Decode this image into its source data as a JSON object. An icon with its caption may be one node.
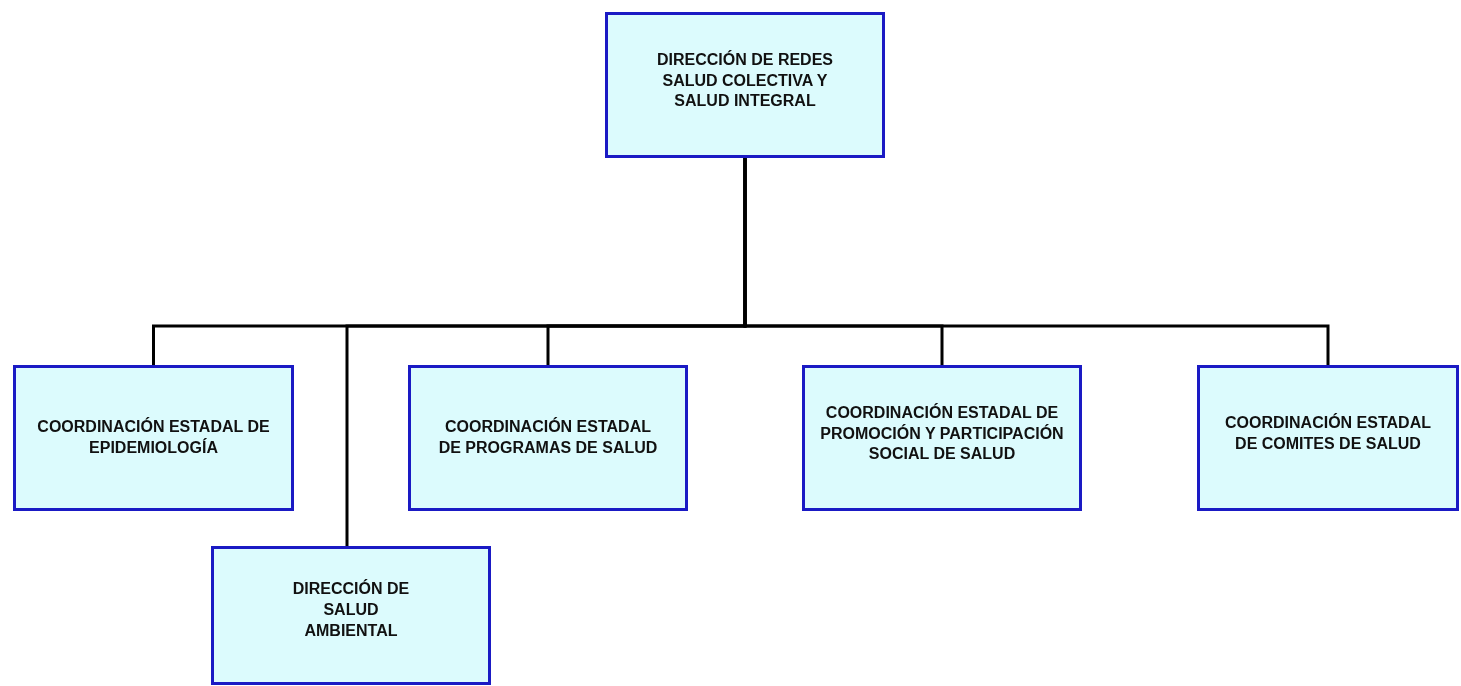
{
  "diagram": {
    "nodes": [
      {
        "text": [
          "DIRECCIÓN DE REDES SALUD COLECTIVA Y SALUD INTEGRAL"
        ]
      },
      {
        "text": [
          "COORDINACIÓN ESTADAL DE EPIDEMIOLOGÍA"
        ]
      },
      {
        "text": [
          "COORDINACIÓN ESTADAL DE PROGRAMAS DE SALUD"
        ]
      },
      {
        "text": [
          "COORDINACIÓN ESTADAL DE PROMOCIÓN Y PARTICIPACIÓN SOCIAL DE SALUD"
        ]
      },
      {
        "text": [
          "COORDINACIÓN ESTADAL DE COMITES DE SALUD"
        ]
      },
      {
        "text": [
          "DIRECCIÓN DE SALUD AMBIENTAL"
        ]
      }
    ],
    "edges": [
      {
        "from": 0,
        "to": 1,
        "arrow": "none"
      },
      {
        "from": 0,
        "to": 5,
        "arrow": "none"
      },
      {
        "from": 0,
        "to": 2,
        "arrow": "none"
      },
      {
        "from": 0,
        "to": 3,
        "arrow": "none"
      },
      {
        "from": 0,
        "to": 4,
        "arrow": "none"
      }
    ]
  }
}
